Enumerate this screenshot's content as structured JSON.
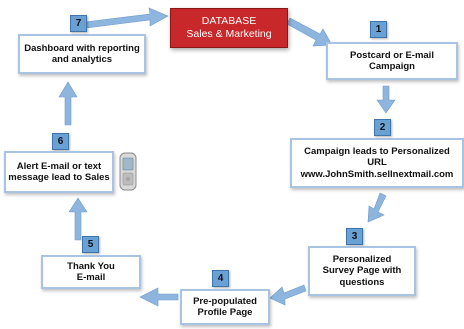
{
  "database": {
    "line1": "DATABASE",
    "line2": "Sales & Marketing"
  },
  "steps": [
    {
      "number": "1",
      "label": "Postcard or E-mail\nCampaign"
    },
    {
      "number": "2",
      "label": "Campaign leads to Personalized\nURL\nwww.JohnSmith.sellnextmail.com"
    },
    {
      "number": "3",
      "label": "Personalized\nSurvey Page with\nquestions"
    },
    {
      "number": "4",
      "label": "Pre-populated\nProfile Page"
    },
    {
      "number": "5",
      "label": "Thank You\nE-mail"
    },
    {
      "number": "6",
      "label": "Alert E-mail or text\nmessage lead  to Sales"
    },
    {
      "number": "7",
      "label": "Dashboard with reporting\nand analytics"
    }
  ],
  "colors": {
    "database": "#c8282a",
    "arrow": "#8db5de",
    "badge": "#6aa1d4",
    "box_border": "#a9c4e2"
  }
}
